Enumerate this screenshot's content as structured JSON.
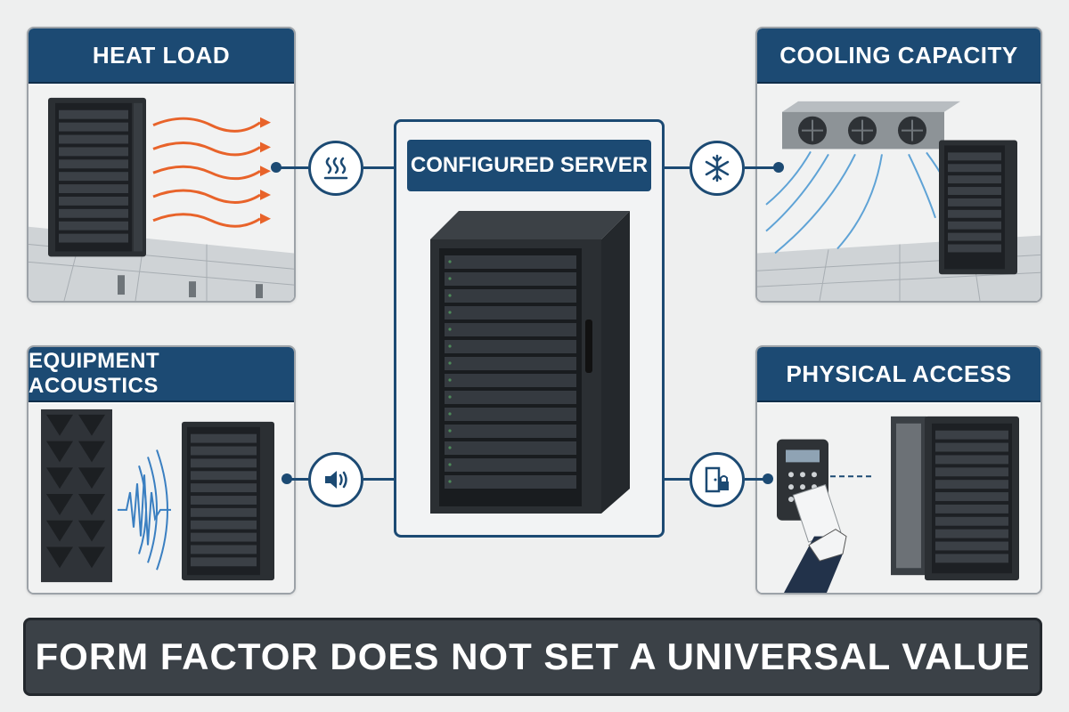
{
  "panels": {
    "heat_load": {
      "title": "HEAT LOAD"
    },
    "cooling_capacity": {
      "title": "COOLING CAPACITY"
    },
    "equipment_acoustics": {
      "title": "EQUIPMENT ACOUSTICS"
    },
    "physical_access": {
      "title": "PHYSICAL ACCESS"
    }
  },
  "center": {
    "title": "CONFIGURED SERVER"
  },
  "footer": {
    "text": "FORM FACTOR DOES NOT SET A UNIVERSAL VALUE"
  },
  "icons": {
    "heat": "heat-waves-icon",
    "snowflake": "snowflake-icon",
    "speaker": "speaker-sound-icon",
    "lock": "door-lock-icon"
  },
  "colors": {
    "accent": "#1c4a73",
    "heat": "#e8632a",
    "cool": "#5fa3d6",
    "rack": "#2b2f33",
    "footer": "#3b4147"
  }
}
